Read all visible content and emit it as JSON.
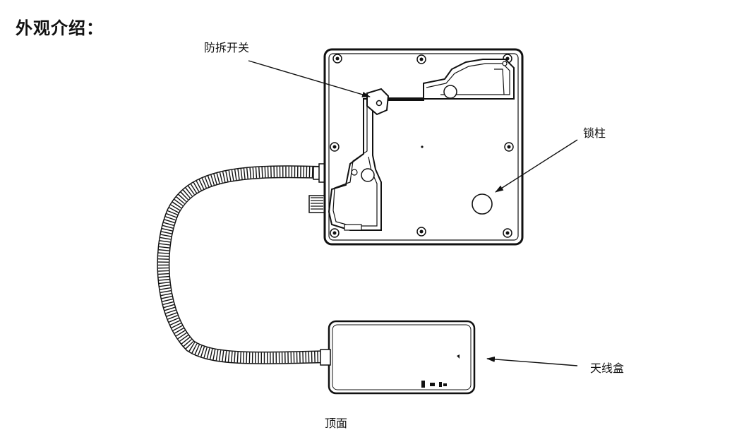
{
  "page": {
    "heading": "外观介绍："
  },
  "diagram": {
    "labels": {
      "tamper_switch": "防拆开关",
      "lock_post": "锁柱",
      "antenna_box": "天线盒",
      "view_caption": "顶面"
    }
  }
}
